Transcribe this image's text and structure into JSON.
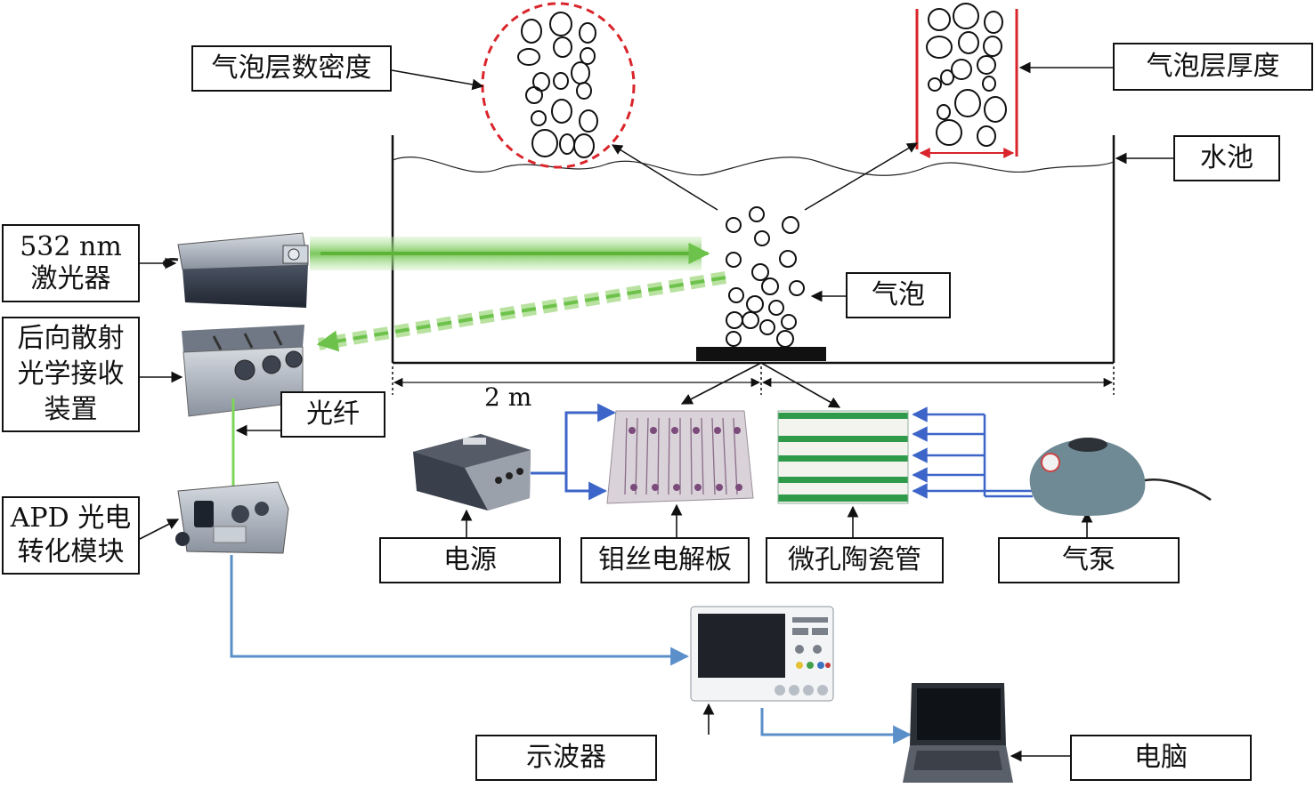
{
  "labels": {
    "density": "气泡层数密度",
    "thickness": "气泡层厚度",
    "pool": "水池",
    "laser_line1": "532 nm",
    "laser_line2": "激光器",
    "receiver_line1": "后向散射",
    "receiver_line2": "光学接收",
    "receiver_line3": "装置",
    "fiber": "光纤",
    "bubbles": "气泡",
    "apd_line1": "APD 光电",
    "apd_line2": "转化模块",
    "distance": "2 m",
    "power": "电源",
    "electrolysis": "钼丝电解板",
    "ceramic": "微孔陶瓷管",
    "pump": "气泵",
    "oscilloscope": "示波器",
    "computer": "电脑"
  },
  "colors": {
    "laser_beam": "#6cc24a",
    "backscatter_beam": "#8fd46a",
    "signal_line": "#5b8fc9",
    "connector": "#3d64c8",
    "highlight_red": "#d9252b",
    "outline": "#111111"
  },
  "icons": {
    "laser": "laser-device-icon",
    "receiver": "receiver-device-icon",
    "apd": "apd-module-icon",
    "power": "power-supply-icon",
    "plate": "electrolysis-plate-icon",
    "ceramic": "ceramic-tube-icon",
    "pump": "air-pump-icon",
    "scope": "oscilloscope-icon",
    "laptop": "laptop-icon"
  }
}
